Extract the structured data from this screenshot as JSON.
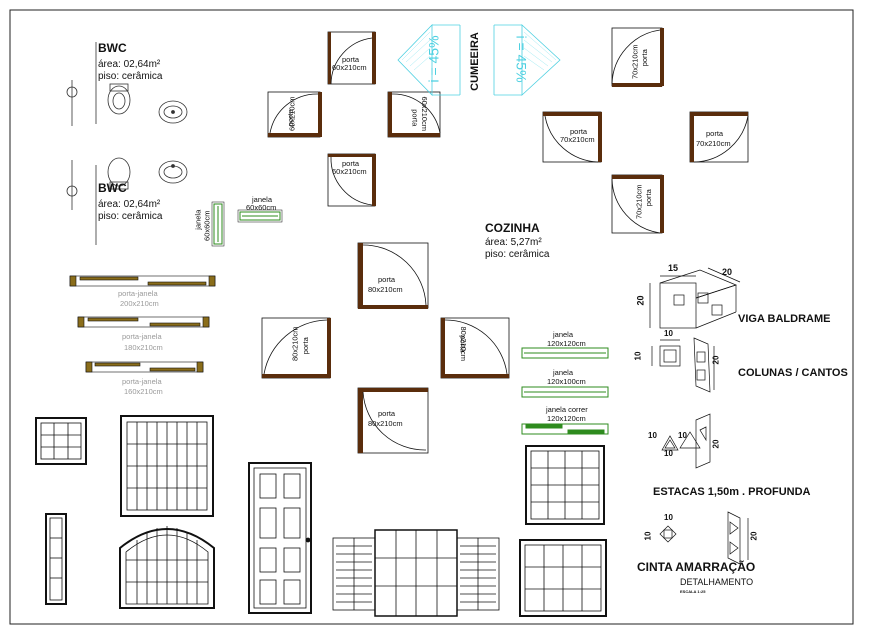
{
  "bwc_1": {
    "title": "BWC",
    "area": "área: 02,64m²",
    "floor": "piso: cerâmica"
  },
  "bwc_2": {
    "title": "BWC",
    "area": "área: 02,64m²",
    "floor": "piso: cerâmica"
  },
  "cozinha": {
    "title": "COZINHA",
    "area": "área: 5,27m²",
    "floor": "piso: cerâmica"
  },
  "cumeeira": {
    "label": "CUMEEIRA",
    "slope": "i = 45%"
  },
  "doors_small": {
    "name": "porta",
    "size_60": "60x210cm",
    "size_70": "70x210cm",
    "size_80": "80x210cm"
  },
  "janela_small": {
    "name": "janela",
    "size": "60x60cm"
  },
  "porta_janela": [
    {
      "name": "porta-janela",
      "size": "200x210cm"
    },
    {
      "name": "porta-janela",
      "size": "180x210cm"
    },
    {
      "name": "porta-janela",
      "size": "160x210cm"
    }
  ],
  "janelas_right": [
    {
      "name": "janela",
      "size": "120x120cm"
    },
    {
      "name": "janela",
      "size": "120x100cm"
    },
    {
      "name": "janela correr",
      "size": "120x120cm"
    }
  ],
  "structure": {
    "viga": "VIGA BALDRAME",
    "colunas": "COLUNAS / CANTOS",
    "estacas": "ESTACAS 1,50m . PROFUNDA",
    "cinta": "CINTA AMARRAÇÃO",
    "detalhamento": "DETALHAMENTO",
    "escala": "ESCALA 1:25",
    "dims": {
      "d15": "15",
      "d20": "20",
      "d10": "10"
    }
  },
  "colors": {
    "wood": "#5a2d0c",
    "green": "#2e8b1e",
    "cyan": "#4dd0e1",
    "frame_gold": "#8a6d1a"
  }
}
